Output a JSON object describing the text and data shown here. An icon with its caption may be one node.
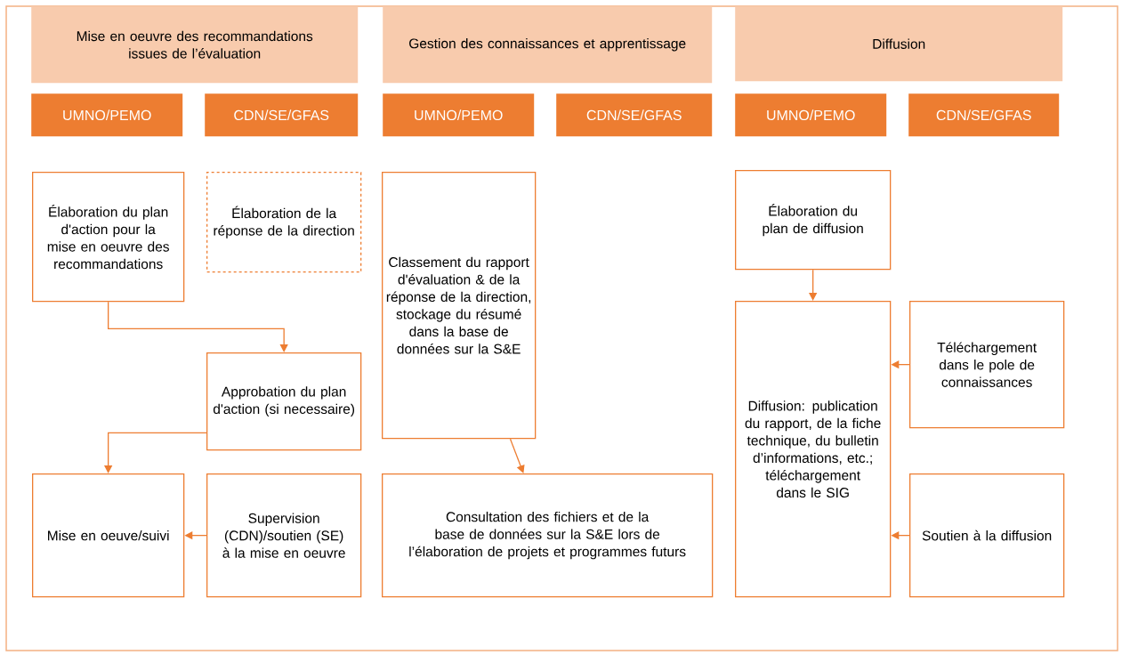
{
  "diagram": {
    "nodes": [
      {
        "text": [
          "Mise en oeuvre des recommandations issues de l’évaluation"
        ]
      },
      {
        "text": [
          "Gestion des connaissances et apprentissage"
        ]
      },
      {
        "text": [
          "Diffusion"
        ]
      },
      {
        "text": [
          "UMNO/PEMO"
        ]
      },
      {
        "text": [
          "CDN/SE/GFAS"
        ]
      },
      {
        "text": [
          "UMNO/PEMO"
        ]
      },
      {
        "text": [
          "CDN/SE/GFAS"
        ]
      },
      {
        "text": [
          "UMNO/PEMO"
        ]
      },
      {
        "text": [
          "CDN/SE/GFAS"
        ]
      },
      {
        "text": [
          "Élaboration du plan d'action pour la mise en oeuvre des recommandations"
        ]
      },
      {
        "text": [
          "Élaboration de la réponse de la direction"
        ]
      },
      {
        "text": [
          "Classement du rapport d'évaluation & de la réponse de la direction, stockage du résumé dans la base de données sur la S&E"
        ]
      },
      {
        "text": [
          "Élaboration du plan de diffusion"
        ]
      },
      {
        "text": [
          "Approbation du plan d'action (si necessaire)"
        ]
      },
      {
        "text": [
          "Diffusion: publication du rapport, de la fiche technique, du bulletin d’informations, etc.; téléchargement dans le SIG"
        ]
      },
      {
        "text": [
          "Téléchargement dans le pole de connaissances"
        ]
      },
      {
        "text": [
          "Mise en oeuve/suivi"
        ]
      },
      {
        "text": [
          "Supervision (CDN)/soutien (SE) à la mise en oeuvre"
        ]
      },
      {
        "text": [
          "Consultation des fichiers et de la base de données sur la S&E lors de l’élaboration de projets et programmes futurs"
        ]
      },
      {
        "text": [
          "Soutien à la diffusion"
        ]
      }
    ],
    "edges": [
      {
        "from": 9,
        "to": 13,
        "arrow": "to"
      },
      {
        "from": 13,
        "to": 16,
        "arrow": "to"
      },
      {
        "from": 17,
        "to": 16,
        "arrow": "to"
      },
      {
        "from": 11,
        "to": 18,
        "arrow": "to"
      },
      {
        "from": 12,
        "to": 14,
        "arrow": "to"
      },
      {
        "from": 15,
        "to": 14,
        "arrow": "to"
      },
      {
        "from": 19,
        "to": 14,
        "arrow": "to"
      }
    ]
  }
}
